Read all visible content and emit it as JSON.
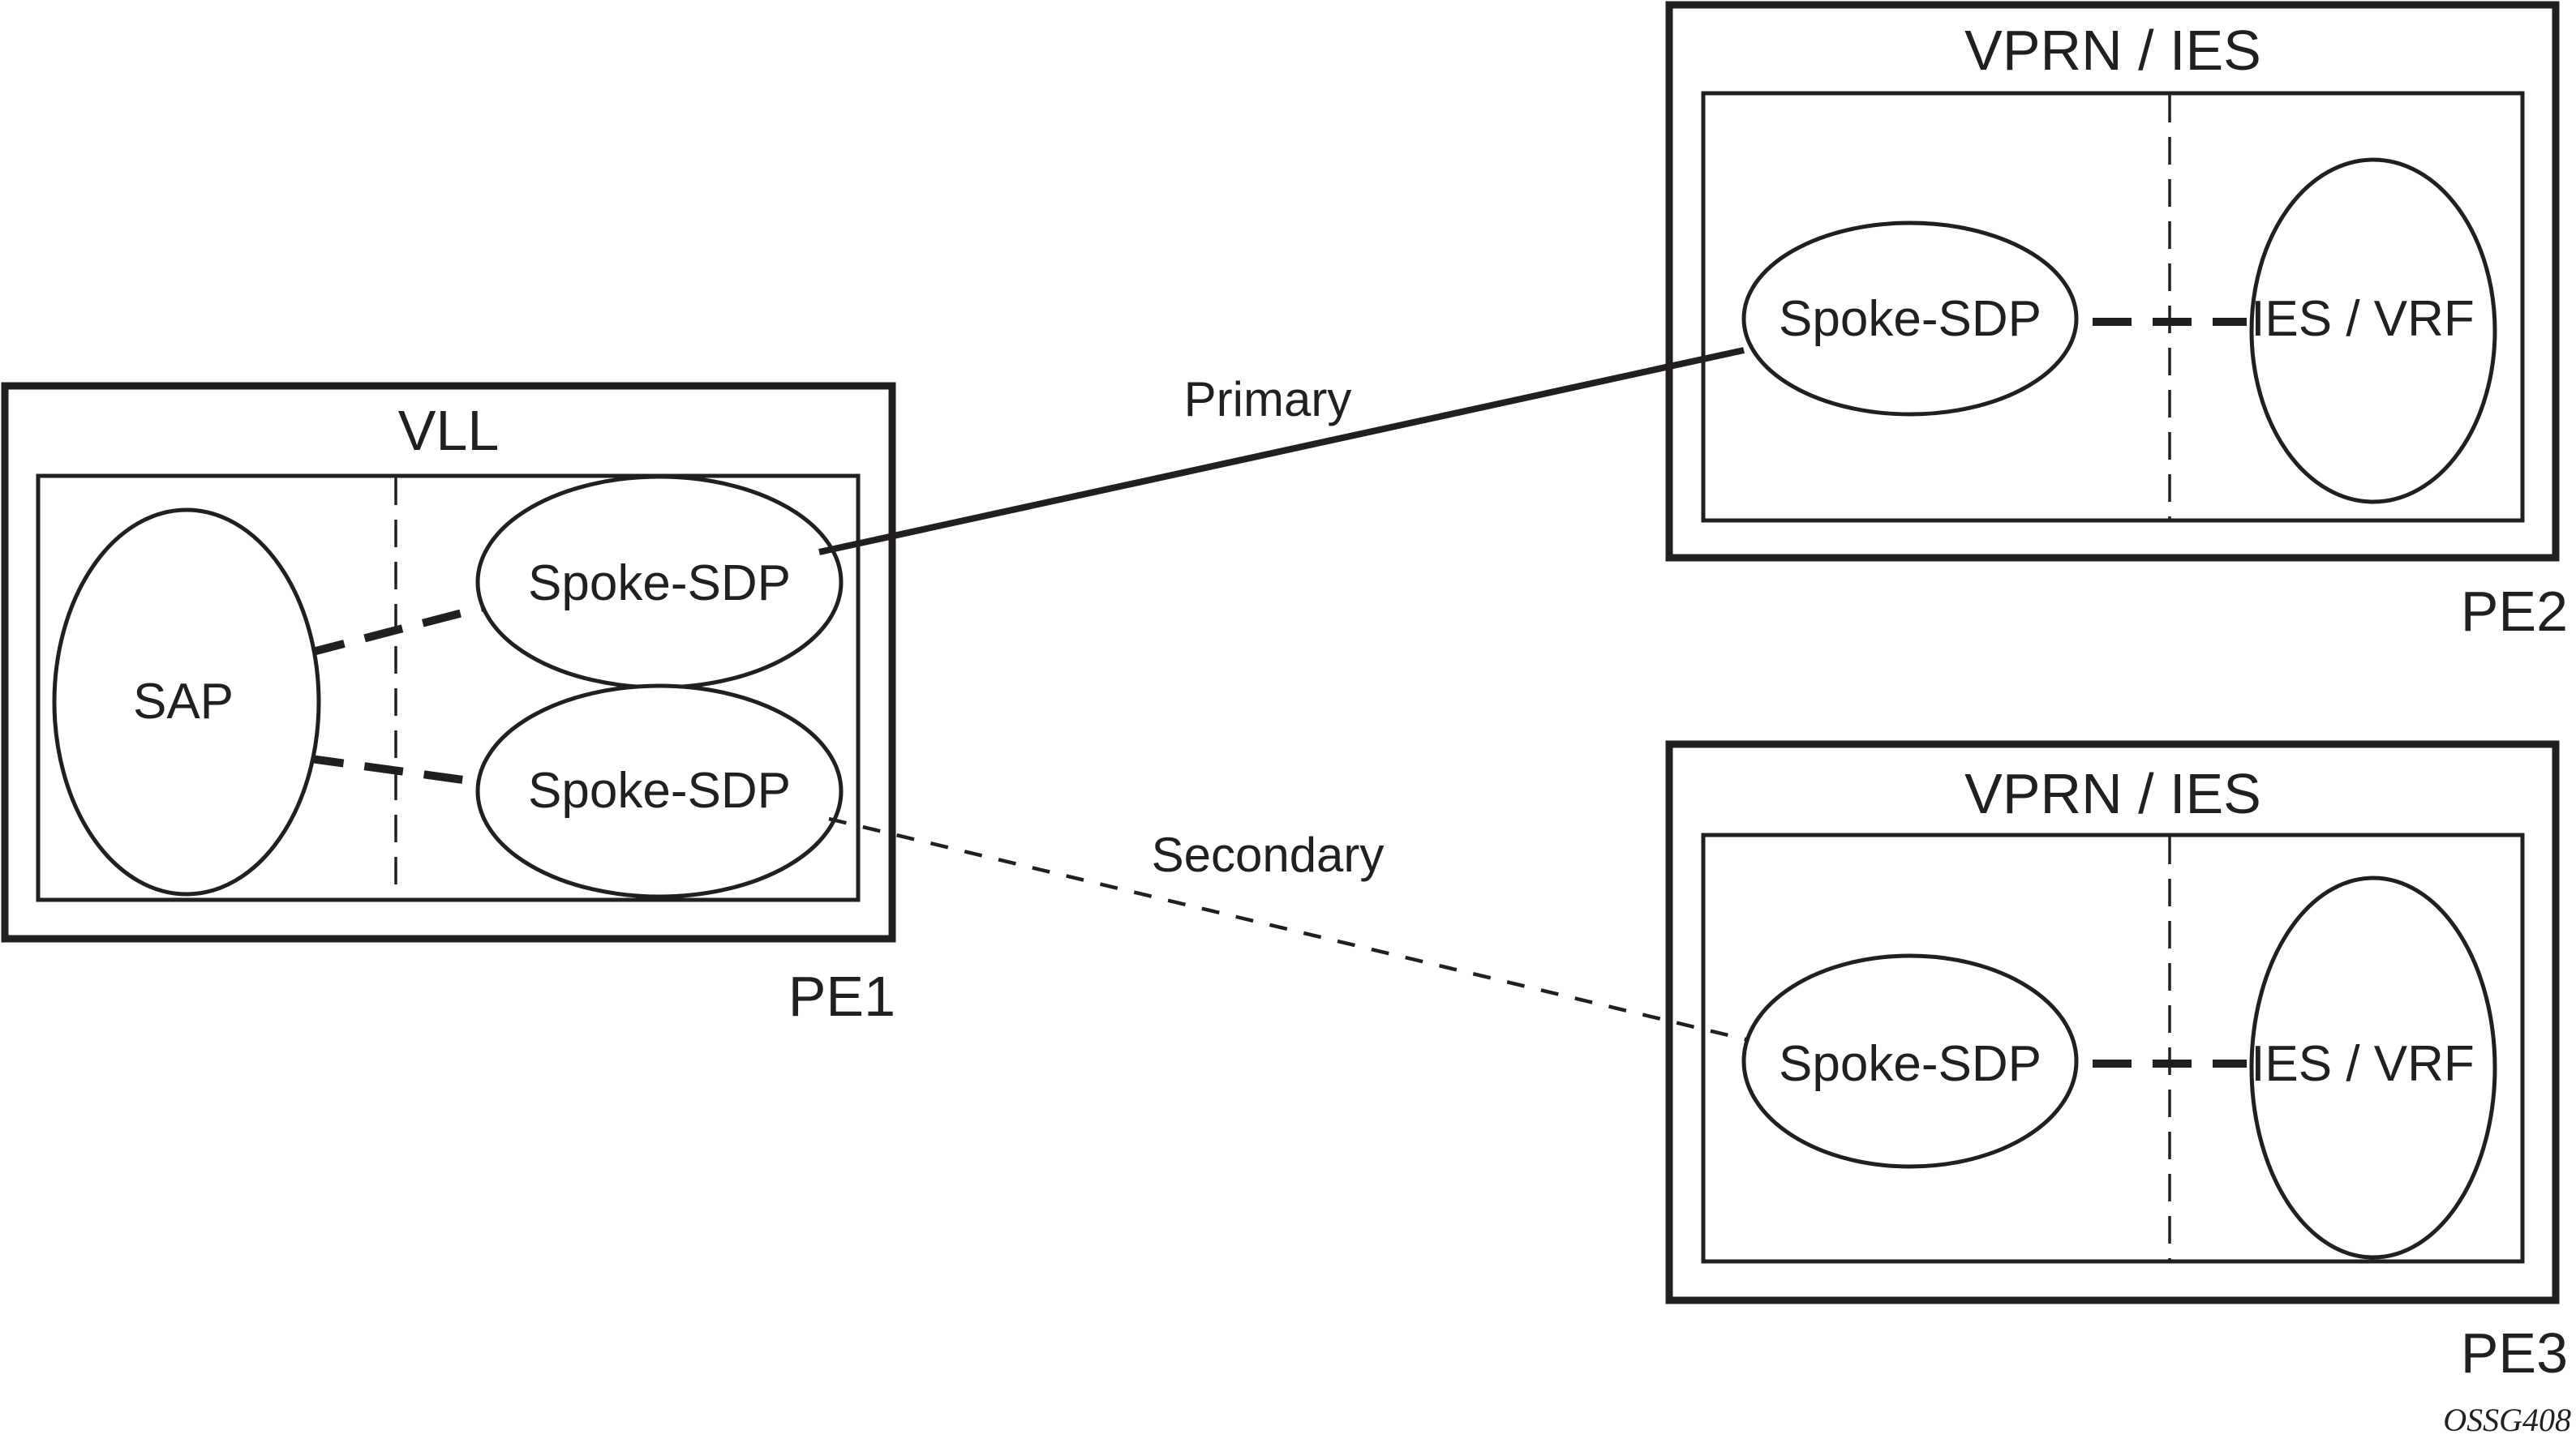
{
  "diagram": {
    "figure_id": "OSSG408",
    "devices": [
      {
        "name": "PE1",
        "service": "VLL",
        "nodes": [
          {
            "label": "SAP"
          },
          {
            "label": "Spoke-SDP"
          },
          {
            "label": "Spoke-SDP"
          }
        ]
      },
      {
        "name": "PE2",
        "service": "VPRN / IES",
        "nodes": [
          {
            "label": "Spoke-SDP"
          },
          {
            "label": "IES / VRF"
          }
        ]
      },
      {
        "name": "PE3",
        "service": "VPRN / IES",
        "nodes": [
          {
            "label": "Spoke-SDP"
          },
          {
            "label": "IES / VRF"
          }
        ]
      }
    ],
    "links": [
      {
        "label": "Primary",
        "from": "PE1 Spoke-SDP (upper)",
        "to": "PE2 Spoke-SDP",
        "style": "solid"
      },
      {
        "label": "Secondary",
        "from": "PE1 Spoke-SDP (lower)",
        "to": "PE3 Spoke-SDP",
        "style": "dashed"
      }
    ],
    "internal_connections": [
      {
        "from": "SAP",
        "to": "Spoke-SDP (upper)",
        "style": "dashed-thick"
      },
      {
        "from": "SAP",
        "to": "Spoke-SDP (lower)",
        "style": "dashed-thick"
      },
      {
        "from": "PE2 Spoke-SDP",
        "to": "PE2 IES / VRF",
        "style": "dashed-thick"
      },
      {
        "from": "PE3 Spoke-SDP",
        "to": "PE3 IES / VRF",
        "style": "dashed-thick"
      }
    ],
    "colors": {
      "ink": "#231f20",
      "background": "#ffffff"
    }
  }
}
